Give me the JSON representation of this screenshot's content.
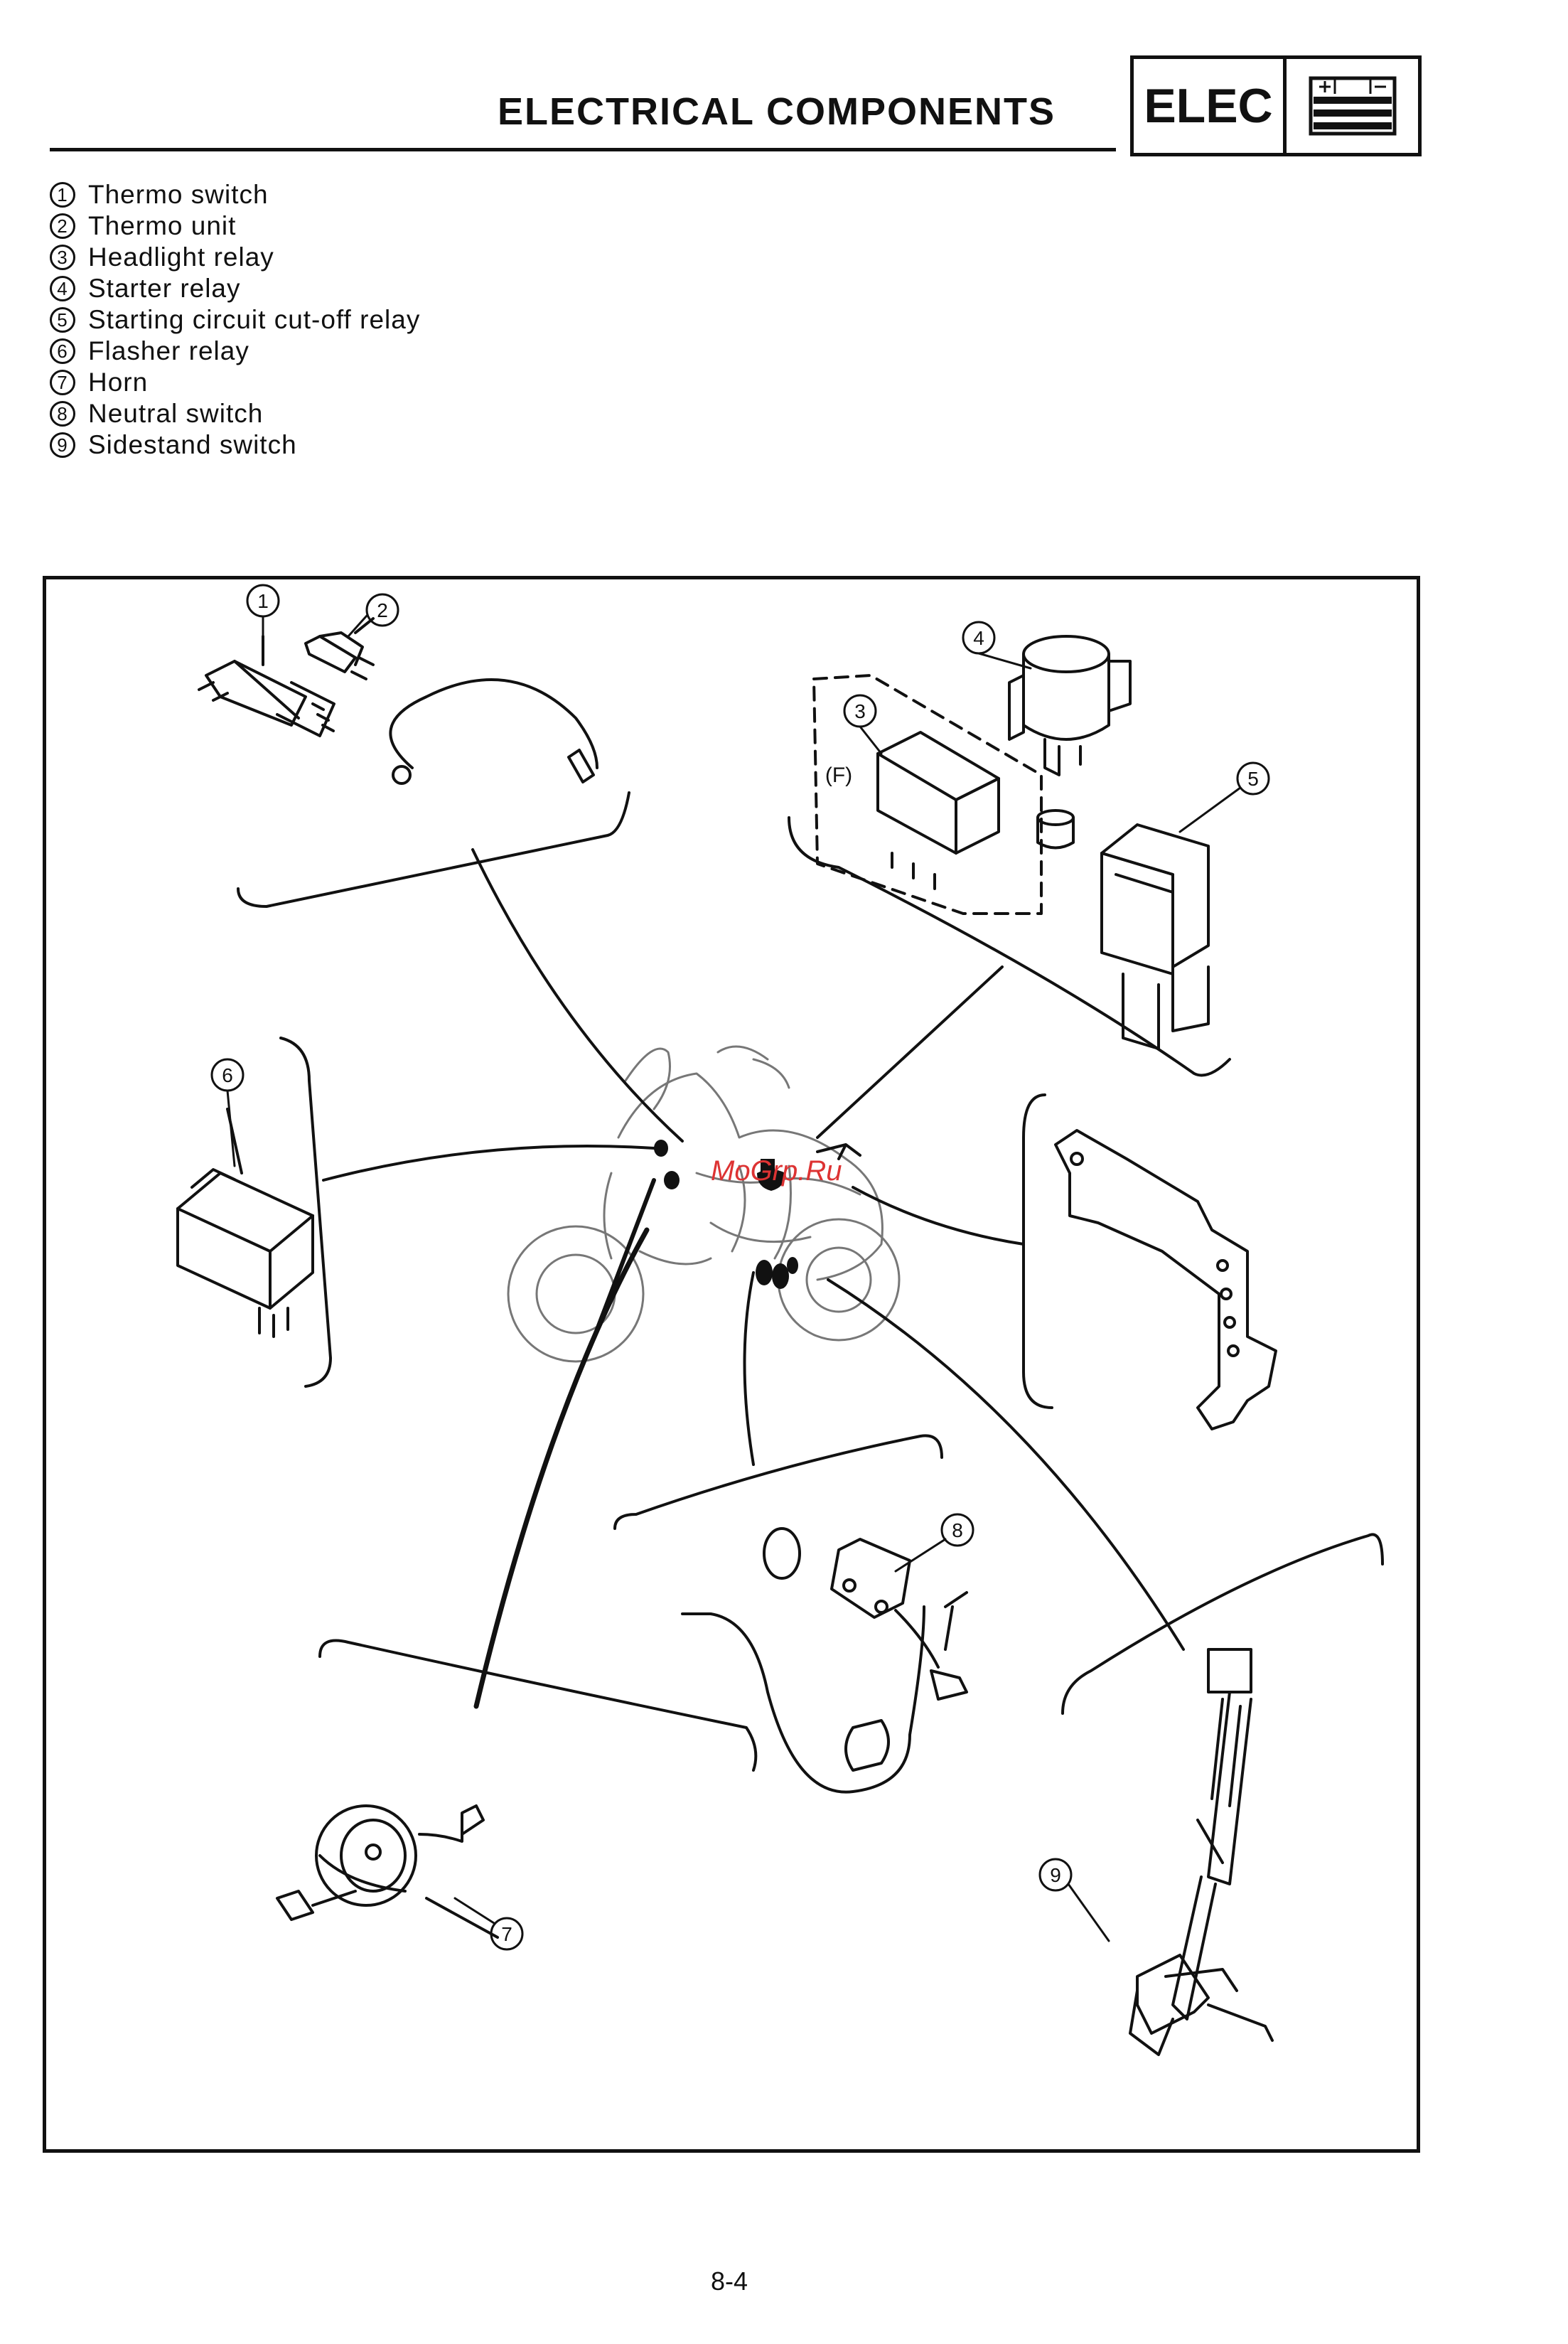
{
  "header": {
    "title": "ELECTRICAL COMPONENTS",
    "badge": "ELEC"
  },
  "legend": [
    {
      "num": "1",
      "label": "Thermo switch"
    },
    {
      "num": "2",
      "label": "Thermo unit"
    },
    {
      "num": "3",
      "label": "Headlight relay"
    },
    {
      "num": "4",
      "label": "Starter relay"
    },
    {
      "num": "5",
      "label": "Starting circuit cut-off relay"
    },
    {
      "num": "6",
      "label": "Flasher relay"
    },
    {
      "num": "7",
      "label": "Horn"
    },
    {
      "num": "8",
      "label": "Neutral switch"
    },
    {
      "num": "9",
      "label": "Sidestand switch"
    }
  ],
  "diagram": {
    "callouts": [
      "1",
      "2",
      "3",
      "4",
      "5",
      "6",
      "7",
      "8",
      "9"
    ],
    "group_label": "(F)"
  },
  "watermark": "MoGrp.Ru",
  "footer": {
    "page_number": "8-4"
  }
}
